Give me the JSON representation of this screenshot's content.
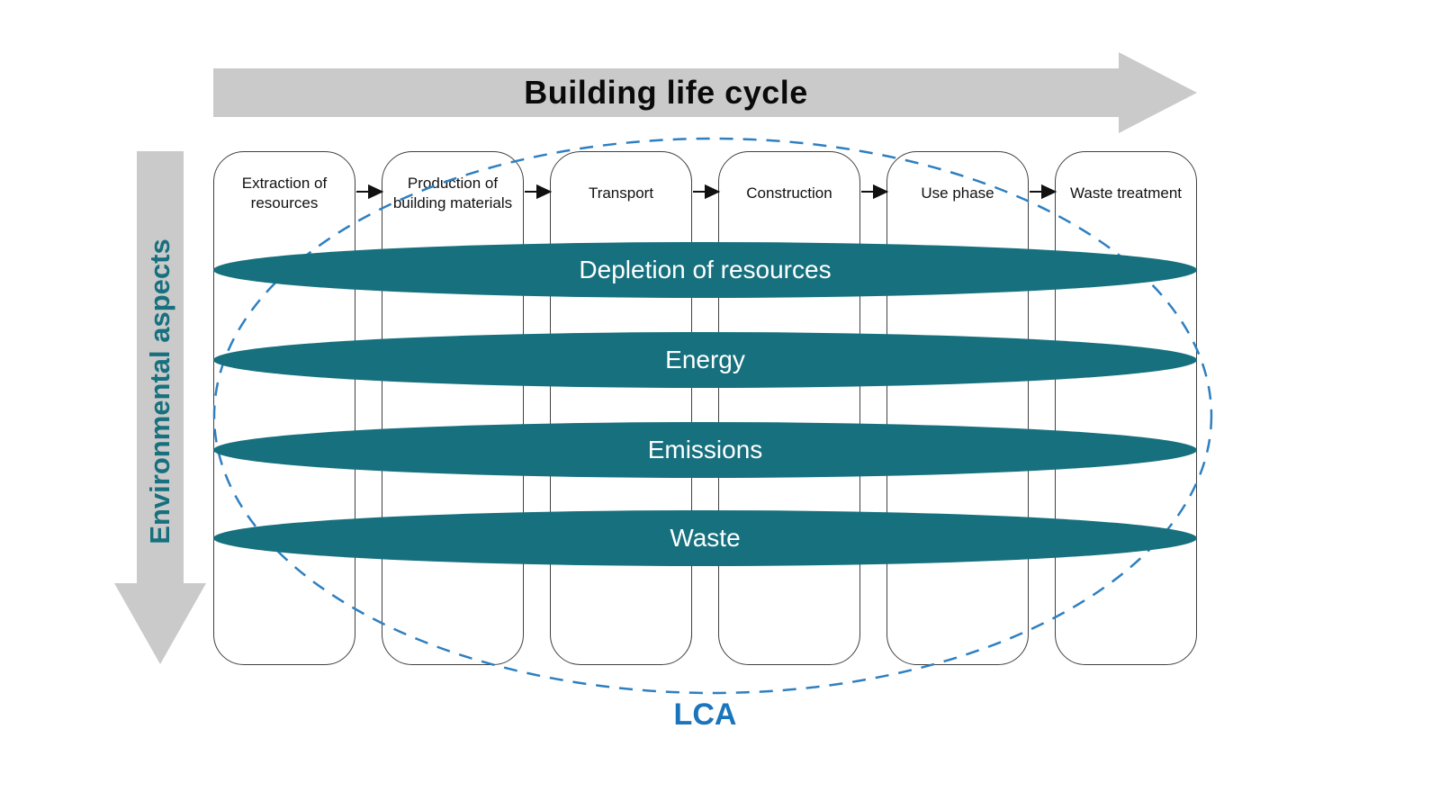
{
  "top_arrow": {
    "label": "Building life cycle"
  },
  "left_arrow": {
    "label": "Environmental aspects"
  },
  "stages": [
    {
      "label": "Extraction of resources"
    },
    {
      "label": "Production of building materials"
    },
    {
      "label": "Transport"
    },
    {
      "label": "Construction"
    },
    {
      "label": "Use phase"
    },
    {
      "label": "Waste treatment"
    }
  ],
  "aspects": [
    {
      "label": "Depletion of resources"
    },
    {
      "label": "Energy"
    },
    {
      "label": "Emissions"
    },
    {
      "label": "Waste"
    }
  ],
  "lca": {
    "label": "LCA"
  },
  "colors": {
    "teal": "#16707E",
    "arrow_gray": "#CACACA",
    "lca_blue": "#1B75BC",
    "dashed_blue": "#2E7FC0",
    "box_border": "#404040",
    "title_black": "#0A0A0A"
  }
}
